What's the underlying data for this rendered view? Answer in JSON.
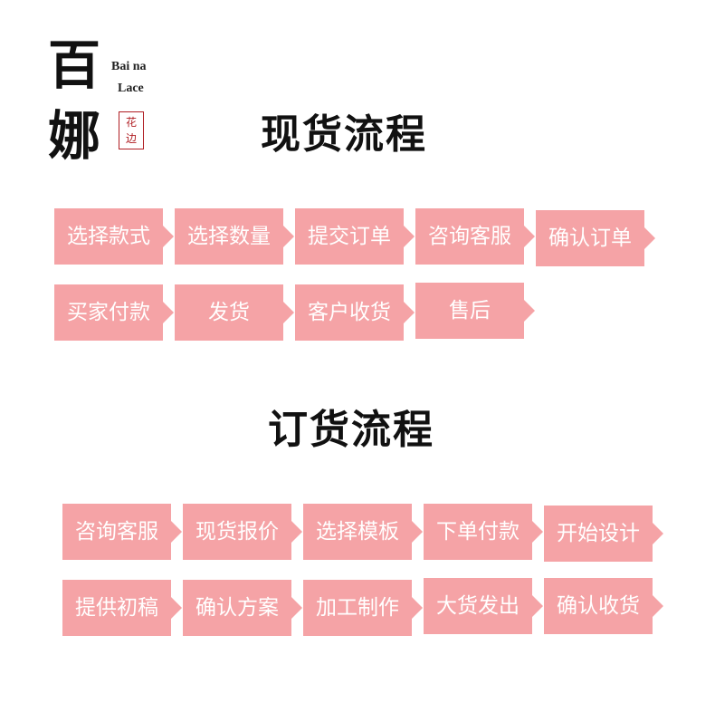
{
  "brand": {
    "logo_chars": [
      "百",
      "娜"
    ],
    "english_line1": "Bai na",
    "english_line2": "Lace",
    "seal_chars": [
      "花",
      "边"
    ]
  },
  "colors": {
    "step_bg": "#f5a3a6",
    "step_text": "#ffffff",
    "seal": "#b01e23"
  },
  "spot_section": {
    "title": "现货流程",
    "steps": [
      "选择款式",
      "选择数量",
      "提交订单",
      "咨询客服",
      "确认订单",
      "买家付款",
      "发货",
      "客户收货",
      "售后"
    ]
  },
  "order_section": {
    "title": "订货流程",
    "steps": [
      "咨询客服",
      "现货报价",
      "选择模板",
      "下单付款",
      "开始设计",
      "提供初稿",
      "确认方案",
      "加工制作",
      "大货发出",
      "确认收货"
    ]
  }
}
